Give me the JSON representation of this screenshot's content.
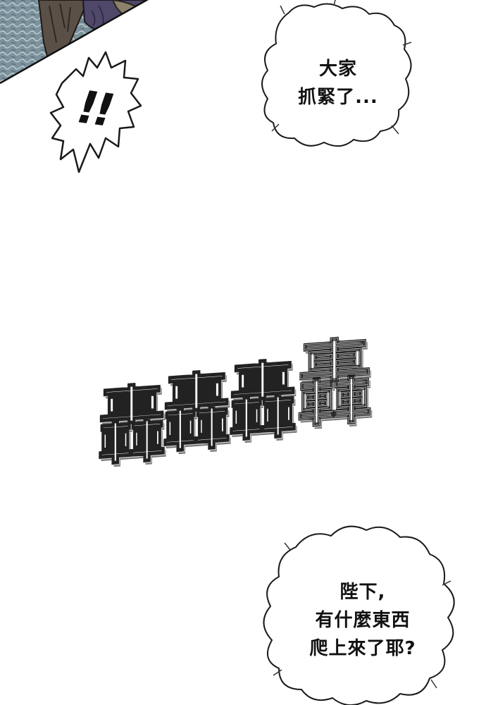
{
  "panel": {
    "background": "#ffffff",
    "scene_colors": {
      "water": "#6f8590",
      "robe": "#4f4868",
      "tree": "#5a5048"
    }
  },
  "bubbles": {
    "top": {
      "lines": [
        "大家",
        "抓緊了..."
      ]
    },
    "bottom": {
      "lines": [
        "陛下,",
        "有什麼東西",
        "爬上來了耶?"
      ]
    }
  },
  "exclamation": {
    "text": "!!"
  },
  "sfx": {
    "chars": [
      "轟",
      "轟",
      "轟",
      "轟"
    ]
  }
}
